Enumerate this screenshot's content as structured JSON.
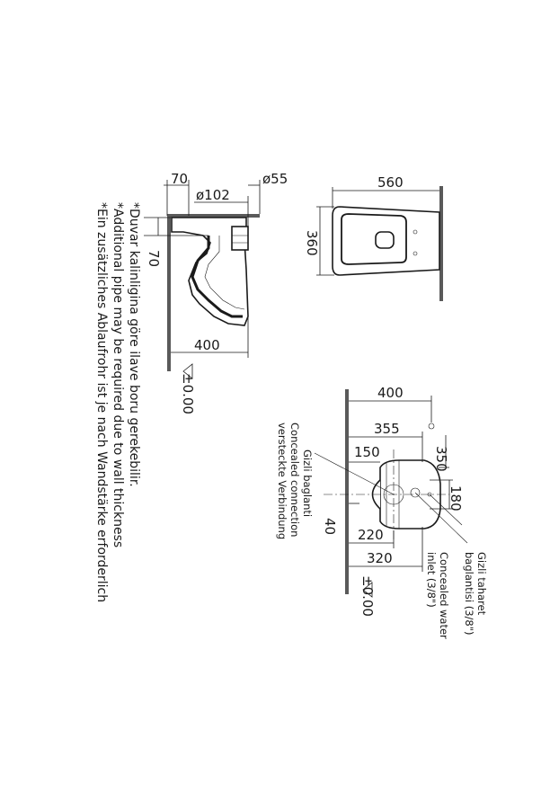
{
  "notes": {
    "tr": "*Duvar kalinligina göre ilave boru gerekebilir.",
    "en": "*Additional pipe may be required due to wall thickness",
    "de": "*Ein zusätzliches Ablaufrohr ist je nach Wandstärke erforderlich"
  },
  "side_view": {
    "dim_top_offset": "70",
    "dim_diameter_outlet": "ø102",
    "dim_diameter_inlet": "ø55",
    "dim_outlet_height": "70",
    "dim_depth": "400",
    "floor_level": "±0.00"
  },
  "top_view": {
    "dim_length": "560",
    "dim_width": "360"
  },
  "front_view": {
    "dim_400": "400",
    "dim_355": "355",
    "dim_350": "350",
    "dim_150": "150",
    "dim_180": "180",
    "dim_40": "40",
    "dim_220": "220",
    "dim_320": "320",
    "floor_level": "±0.00",
    "label_concealed_tr": "Gizli baglanti",
    "label_concealed_en": "Concealed connection",
    "label_concealed_de": "versteckte Verbindung",
    "label_bidet_tr1": "Gizli taharet",
    "label_bidet_tr2": "baglantisi (3/8\")",
    "label_water_en1": "Concealed water",
    "label_water_en2": "inlet (3/8\")"
  }
}
